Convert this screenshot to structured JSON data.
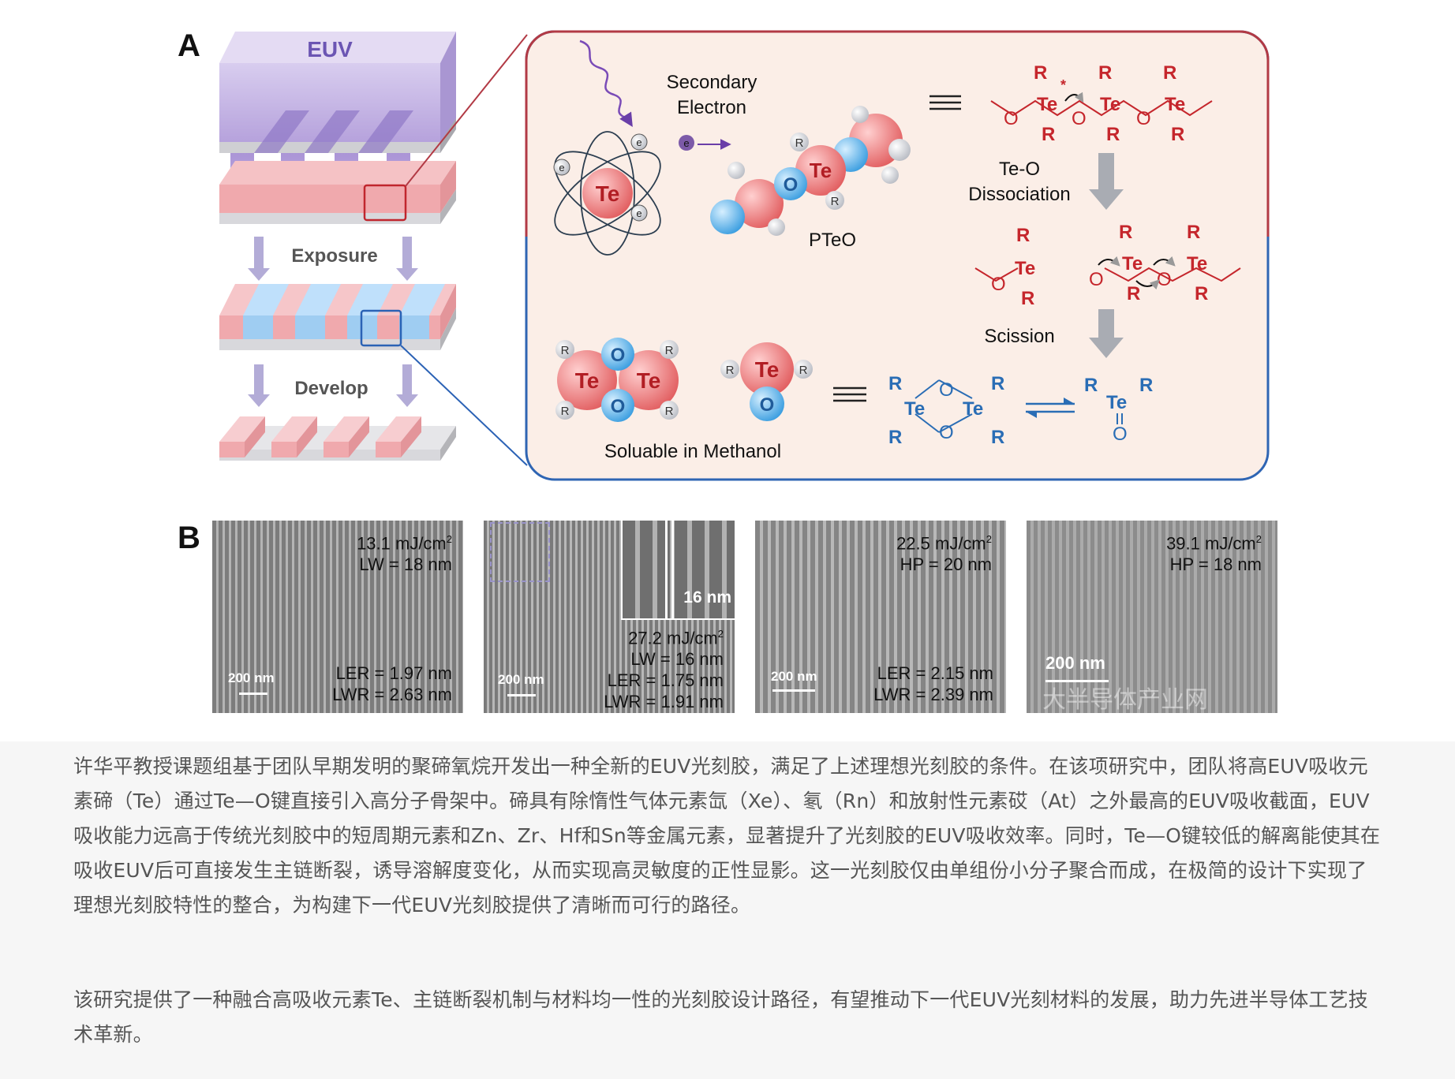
{
  "figure": {
    "panel_a": {
      "letter": "A",
      "euv_label": "EUV",
      "exposure_label": "Exposure",
      "develop_label": "Develop",
      "inset": {
        "secondary_electron": [
          "Secondary",
          "Electron"
        ],
        "te_atom": "Te",
        "electron": "e",
        "pteo_label": "PTeO",
        "te_o_dissociation": [
          "Te-O",
          "Dissociation"
        ],
        "scission_label": "Scission",
        "soluble_label": "Soluable in Methanol",
        "r": "R",
        "o": "O",
        "star": "*"
      }
    },
    "panel_b": {
      "letter": "B",
      "images": [
        {
          "dose": "13.1 mJ/cm",
          "dose_sup": "2",
          "lw": "LW = 18 nm",
          "ler": "LER = 1.97 nm",
          "lwr": "LWR = 2.63 nm",
          "scale": "200 nm"
        },
        {
          "inset_label": "16 nm",
          "dose": "27.2 mJ/cm",
          "dose_sup": "2",
          "lw": "LW = 16 nm",
          "ler": "LER = 1.75 nm",
          "lwr": "LWR = 1.91 nm",
          "scale": "200 nm"
        },
        {
          "dose": "22.5 mJ/cm",
          "dose_sup": "2",
          "lw": "HP = 20 nm",
          "ler": "LER = 2.15 nm",
          "lwr": "LWR = 2.39 nm",
          "scale": "200 nm"
        },
        {
          "dose": "39.1 mJ/cm",
          "dose_sup": "2",
          "lw": "HP = 18 nm",
          "scale": "200 nm"
        }
      ],
      "watermark": "大半导体产业网"
    }
  },
  "article": {
    "paragraph_1": "许华平教授课题组基于团队早期发明的聚碲氧烷开发出一种全新的EUV光刻胶，满足了上述理想光刻胶的条件。在该项研究中，团队将高EUV吸收元素碲（Te）通过Te—O键直接引入高分子骨架中。碲具有除惰性气体元素氙（Xe）、氡（Rn）和放射性元素砹（At）之外最高的EUV吸收截面，EUV吸收能力远高于传统光刻胶中的短周期元素和Zn、Zr、Hf和Sn等金属元素，显著提升了光刻胶的EUV吸收效率。同时，Te—O键较低的解离能使其在吸收EUV后可直接发生主链断裂，诱导溶解度变化，从而实现高灵敏度的正性显影。这一光刻胶仅由单组份小分子聚合而成，在极简的设计下实现了理想光刻胶特性的整合，为构建下一代EUV光刻胶提供了清晰而可行的路径。",
    "paragraph_2": "该研究提供了一种融合高吸收元素Te、主链断裂机制与材料均一性的光刻胶设计路径，有望推动下一代EUV光刻材料的发展，助力先进半导体工艺技术革新。"
  }
}
